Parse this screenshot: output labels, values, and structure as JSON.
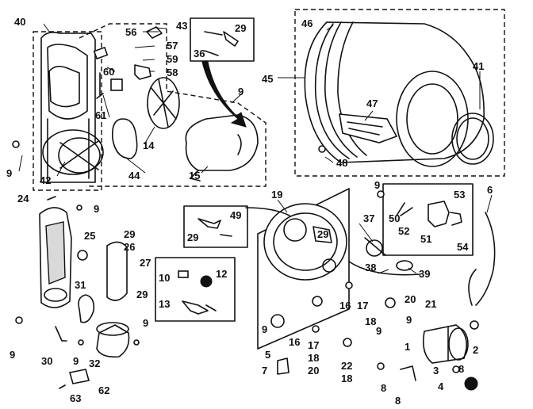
{
  "labels": {
    "p1": "1",
    "p2": "2",
    "p3": "3",
    "p4": "4",
    "p5": "5",
    "p6": "6",
    "p7": "7",
    "p8": "8",
    "p8b": "8",
    "p8c": "8",
    "p9a": "9",
    "p9b": "9",
    "p9c": "9",
    "p9d": "9",
    "p9e": "9",
    "p9f": "9",
    "p9g": "9",
    "p9h": "9",
    "p9i": "9",
    "p9j": "9",
    "p10": "10",
    "p12": "12",
    "p13": "13",
    "p14": "14",
    "p15": "15",
    "p16a": "16",
    "p16b": "16",
    "p17a": "17",
    "p17b": "17",
    "p18a": "18",
    "p18b": "18",
    "p18c": "18",
    "p19": "19",
    "p20a": "20",
    "p20b": "20",
    "p21": "21",
    "p22": "22",
    "p24": "24",
    "p25": "25",
    "p26": "26",
    "p27": "27",
    "p29a": "29",
    "p29b": "29",
    "p29c": "29",
    "p29d": "29",
    "p29e": "29",
    "p30": "30",
    "p31": "31",
    "p32": "32",
    "p36": "36",
    "p37": "37",
    "p38": "38",
    "p39": "39",
    "p40": "40",
    "p41": "41",
    "p42": "42",
    "p43": "43",
    "p44": "44",
    "p45": "45",
    "p46": "46",
    "p47": "47",
    "p48": "48",
    "p49": "49",
    "p50": "50",
    "p51": "51",
    "p52": "52",
    "p53": "53",
    "p54": "54",
    "p56": "56",
    "p57": "57",
    "p58": "58",
    "p59": "59",
    "p60": "60",
    "p61": "61",
    "p62": "62",
    "p63": "63"
  }
}
